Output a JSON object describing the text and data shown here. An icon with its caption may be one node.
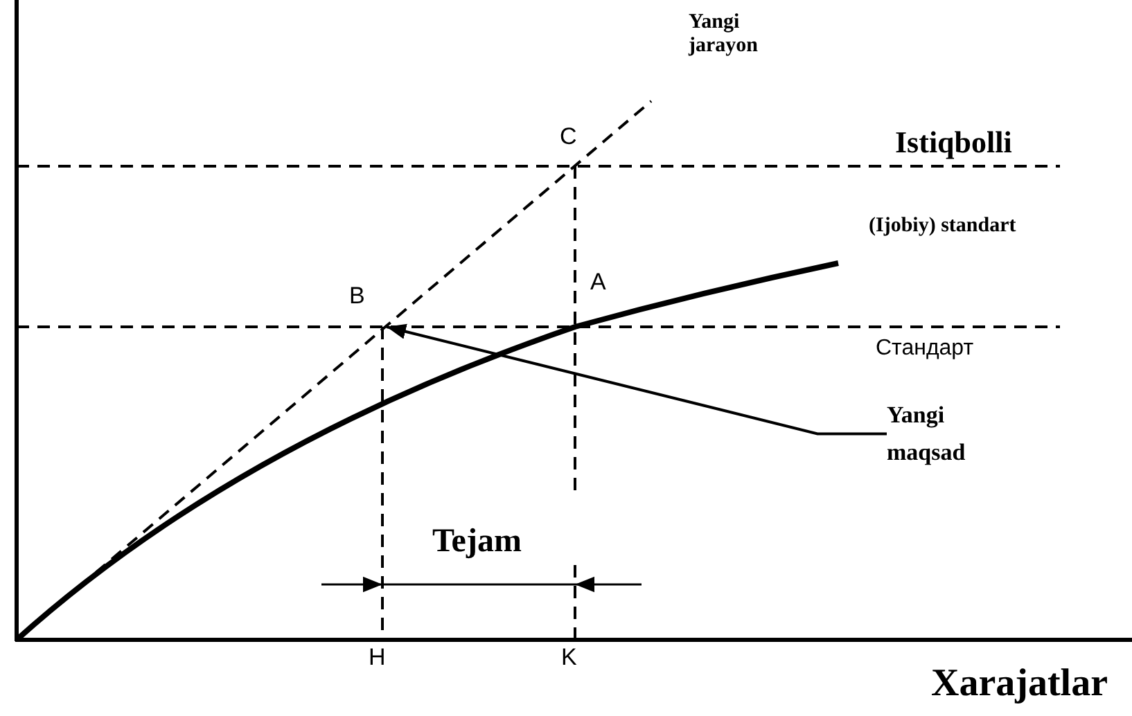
{
  "diagram": {
    "nodes": [
      {
        "text": [
          "B"
        ]
      },
      {
        "text": [
          "Yangi maqsad"
        ]
      }
    ],
    "edges": [
      {
        "from": 1,
        "to": 0,
        "arrow": "to"
      }
    ],
    "labels": [
      "Yangi jarayon",
      "C",
      "Istiqbolli",
      "(Ijobiy) standart",
      "A",
      "Стандарт",
      "Tejam",
      "H",
      "K",
      "Xarajatlar"
    ]
  }
}
